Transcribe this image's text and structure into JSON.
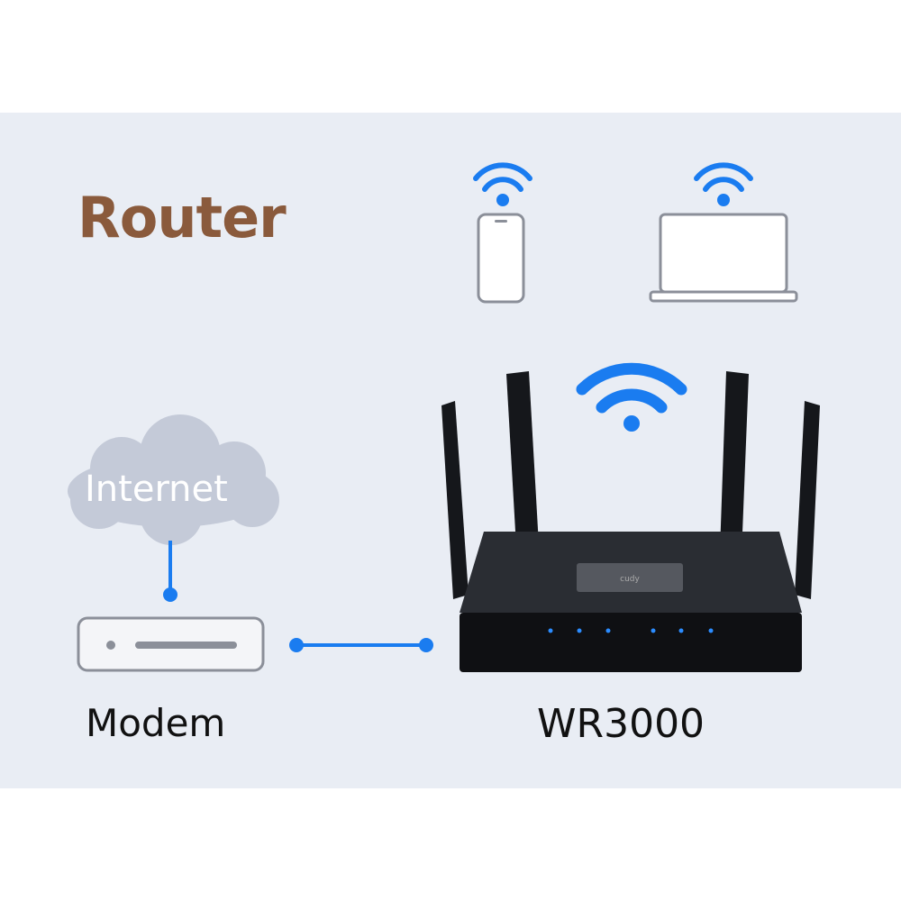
{
  "title": "Router",
  "cloud_label": "Internet",
  "modem_label": "Modem",
  "router_label": "WR3000",
  "router_logo": "cudy",
  "colors": {
    "accent": "#1a7cf0",
    "title": "#8a5a3c",
    "background": "#e9edf4",
    "cloud": "#c4cad8"
  },
  "icons": [
    "wifi-icon",
    "smartphone-icon",
    "laptop-icon",
    "cloud-icon",
    "modem-icon",
    "router-icon"
  ]
}
